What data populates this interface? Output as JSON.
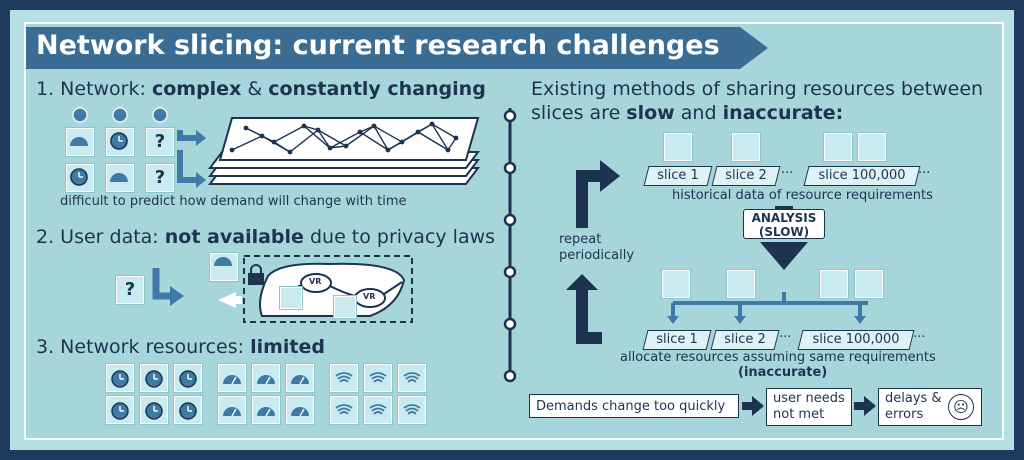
{
  "title": "Network slicing: current research challenges",
  "left": {
    "section1": {
      "prefix": "1. Network: ",
      "bold1": "complex",
      "mid": " & ",
      "bold2": "constantly changing",
      "caption": "difficult to predict how demand will change with time",
      "unknown_marks": [
        "?",
        "?"
      ]
    },
    "section2": {
      "prefix": "2. User data: ",
      "bold": "not available",
      "suffix": " due to privacy laws",
      "unknown_mark": "?",
      "vr_labels": [
        "VR",
        "VR"
      ]
    },
    "section3": {
      "prefix": "3. Network resources: ",
      "bold": "limited"
    }
  },
  "right": {
    "heading_line1": "Existing methods of sharing resources between",
    "heading_line2_prefix": "slices are ",
    "heading_bold1": "slow",
    "heading_mid": " and ",
    "heading_bold2": "inaccurate:",
    "slices_top": [
      "slice 1",
      "slice 2",
      "slice 100,000"
    ],
    "ellipsis": "···",
    "historical_caption": "historical data of resource requirements",
    "analysis_line1": "ANALYSIS",
    "analysis_line2": "(SLOW)",
    "repeat_line1": "repeat",
    "repeat_line2": "periodically",
    "slices_bottom": [
      "slice 1",
      "slice 2",
      "slice 100,000"
    ],
    "allocate_caption": "allocate resources assuming same requirements",
    "inaccurate_label": "(inaccurate)",
    "flow": {
      "box1": "Demands change too quickly",
      "box2_line1": "user needs",
      "box2_line2": "not met",
      "box3_line1": "delays &",
      "box3_line2": "errors",
      "face": "☹"
    }
  },
  "colors": {
    "navy": "#1e3350",
    "frame": "#1f3a5c",
    "panel": "#a6d6da",
    "banner": "#3b6c94",
    "accent_blue": "#3f79a8"
  }
}
